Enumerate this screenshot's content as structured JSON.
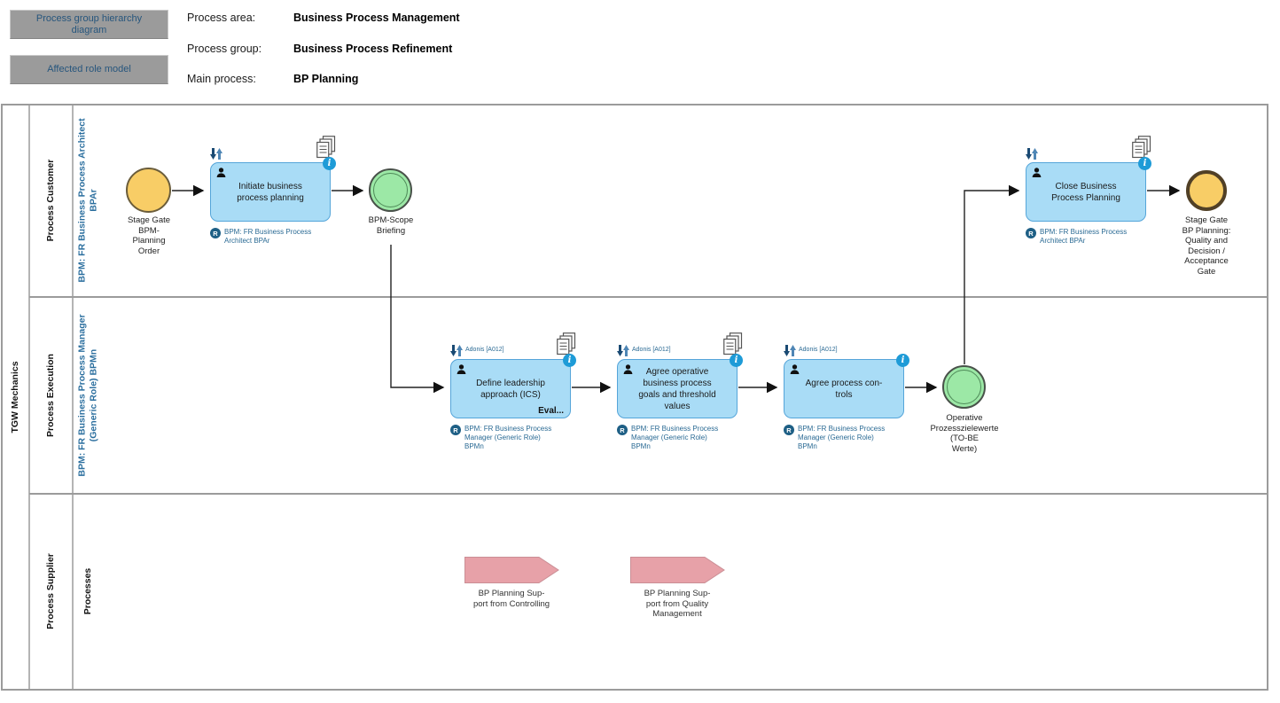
{
  "header": {
    "buttons": [
      {
        "label": "Process group hierarchy\ndiagram"
      },
      {
        "label": "Affected role model"
      }
    ],
    "fields": [
      {
        "label": "Process area:",
        "value": "Business Process Management"
      },
      {
        "label": "Process group:",
        "value": "Business Process Refinement"
      },
      {
        "label": "Main process:",
        "value": "BP Planning"
      }
    ]
  },
  "pool": {
    "title": "TGW Mechanics"
  },
  "lanes": [
    {
      "name": "Process Customer",
      "role": "BPM: FR Business Process Architect\nBPAr"
    },
    {
      "name": "Process Execution",
      "role": "BPM: FR Business Process Manager\n(Generic Role) BPMn"
    },
    {
      "name": "Process Supplier",
      "role": "Processes"
    }
  ],
  "events": {
    "start": {
      "label": "Stage Gate\nBPM-\nPlanning\nOrder"
    },
    "scope": {
      "label": "BPM-Scope\nBriefing"
    },
    "operative": {
      "label": "Operative\nProzesszielewerte\n(TO-BE\nWerte)"
    },
    "end": {
      "label": "Stage Gate\nBP Planning:\nQuality and\nDecision /\nAcceptance\nGate"
    }
  },
  "tasks": {
    "initiate": {
      "label": "Initiate business\nprocess planning",
      "role": "BPM: FR Business Process\nArchitect BPAr"
    },
    "close": {
      "label": "Close Business\nProcess Planning",
      "role": "BPM: FR Business Process\nArchitect BPAr"
    },
    "define": {
      "label": "Define leadership\napproach (ICS)",
      "sub": "Eval...",
      "annotation": "Adonis [A012]",
      "role": "BPM: FR Business Process\nManager (Generic Role)\nBPMn"
    },
    "agree_goals": {
      "label": "Agree operative\nbusiness process\ngoals and threshold\nvalues",
      "annotation": "Adonis [A012]",
      "role": "BPM: FR Business Process\nManager (Generic Role)\nBPMn"
    },
    "agree_controls": {
      "label": "Agree process con-\ntrols",
      "annotation": "Adonis [A012]",
      "role": "BPM: FR Business Process\nManager (Generic Role)\nBPMn"
    }
  },
  "supports": [
    {
      "label": "BP Planning Sup-\nport from Controlling"
    },
    {
      "label": "BP Planning Sup-\nport from Quality\nManagement"
    }
  ],
  "badges": {
    "role": "R",
    "info": "i"
  },
  "icons": {
    "person": "person-icon",
    "documents": "documents-icon",
    "transfer_arrows": "down-up-arrows-icon",
    "info": "info-icon",
    "role_badge": "role-r-badge"
  },
  "colors": {
    "task_fill": "#a9dcf6",
    "task_border": "#55a5d9",
    "event_yellow": "#f8cd66",
    "event_green": "#9ce8a6",
    "support_pink": "#e7a1a8",
    "role_text": "#2a6a94",
    "info_icon": "#1e9bd7",
    "role_badge": "#1e5f85",
    "button_bg": "#9b9b9b",
    "button_text": "#27567d",
    "lane_border": "#9b9b9b"
  }
}
